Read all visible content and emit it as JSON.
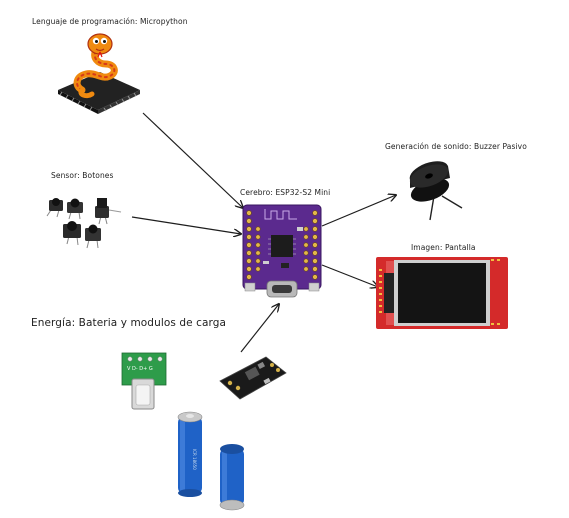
{
  "labels": {
    "language": "Lenguaje de programación: Micropython",
    "sensor": "Sensor: Botones",
    "brain": "Cerebro: ESP32-S2 Mini",
    "sound": "Generación de sonido: Buzzer Pasivo",
    "image": "Imagen: Pantalla",
    "energy": "Energía: Bateria y modulos de carga"
  },
  "colors": {
    "board": "#5b2a8e",
    "screen_frame": "#d42a2a",
    "battery": "#1f62c7",
    "pcb_green": "#2e9c4a"
  }
}
